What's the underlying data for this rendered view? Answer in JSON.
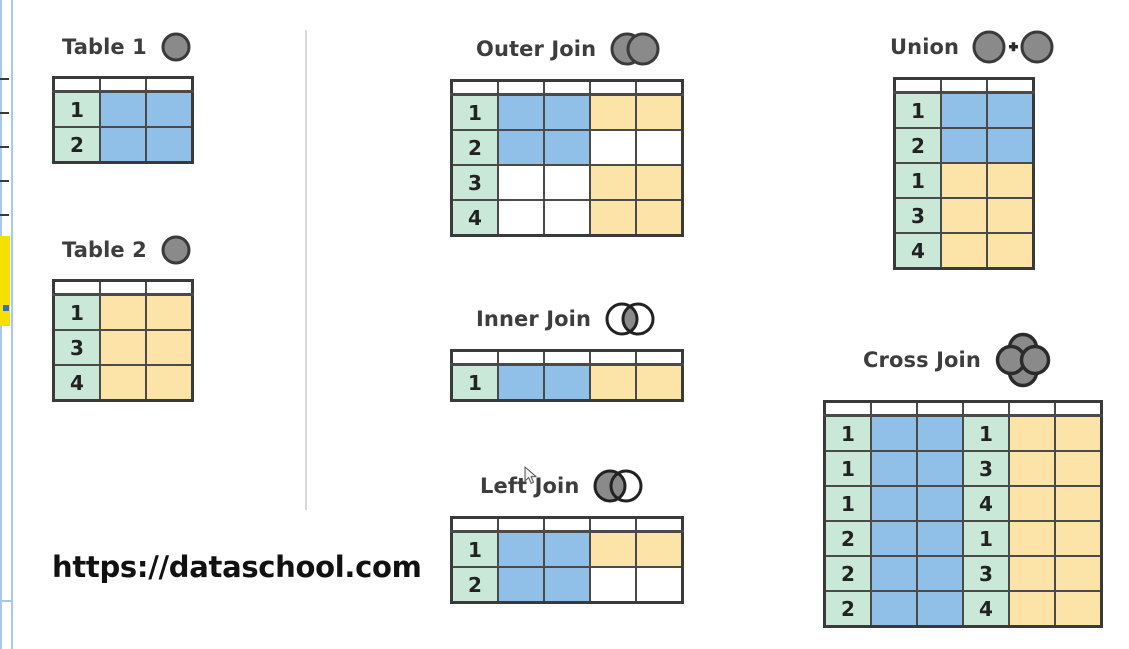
{
  "page": {
    "site_url": "https://dataschool.com",
    "palette": {
      "key_green": "#c9e8d8",
      "left_blue": "#90bfe8",
      "right_yellow": "#fce4a8",
      "empty_white": "#ffffff",
      "border_dark": "#3a3a3a",
      "icon_gray": "#8a8a8a",
      "icon_outline": "#3a3a3a",
      "divider_gray": "#d8d8d8",
      "edge_yellow": "#f5e000",
      "edge_blue": "#a8c8ee"
    }
  },
  "sources": {
    "table1": {
      "title": "Table 1",
      "icon": "single-circle-filled-icon",
      "columns": 3,
      "rows": [
        {
          "key": "1",
          "cells": [
            "blue",
            "blue"
          ]
        },
        {
          "key": "2",
          "cells": [
            "blue",
            "blue"
          ]
        }
      ]
    },
    "table2": {
      "title": "Table 2",
      "icon": "single-circle-filled-icon",
      "columns": 3,
      "rows": [
        {
          "key": "1",
          "cells": [
            "yellow",
            "yellow"
          ]
        },
        {
          "key": "3",
          "cells": [
            "yellow",
            "yellow"
          ]
        },
        {
          "key": "4",
          "cells": [
            "yellow",
            "yellow"
          ]
        }
      ]
    }
  },
  "joins": {
    "outer_join": {
      "title": "Outer Join",
      "icon": "venn-both-circles-filled-icon",
      "columns": 5,
      "rows": [
        {
          "key": "1",
          "cells": [
            "blue",
            "blue",
            "yellow",
            "yellow"
          ]
        },
        {
          "key": "2",
          "cells": [
            "blue",
            "blue",
            "empty",
            "empty"
          ]
        },
        {
          "key": "3",
          "cells": [
            "empty",
            "empty",
            "yellow",
            "yellow"
          ]
        },
        {
          "key": "4",
          "cells": [
            "empty",
            "empty",
            "yellow",
            "yellow"
          ]
        }
      ]
    },
    "inner_join": {
      "title": "Inner Join",
      "icon": "venn-intersection-filled-icon",
      "columns": 5,
      "rows": [
        {
          "key": "1",
          "cells": [
            "blue",
            "blue",
            "yellow",
            "yellow"
          ]
        }
      ]
    },
    "left_join": {
      "title": "Left Join",
      "icon": "venn-left-circle-filled-icon",
      "columns": 5,
      "rows": [
        {
          "key": "1",
          "cells": [
            "blue",
            "blue",
            "yellow",
            "yellow"
          ]
        },
        {
          "key": "2",
          "cells": [
            "blue",
            "blue",
            "empty",
            "empty"
          ]
        }
      ]
    },
    "union": {
      "title": "Union",
      "icon": "two-circles-plus-icon",
      "columns": 3,
      "rows": [
        {
          "key": "1",
          "cells": [
            "blue",
            "blue"
          ]
        },
        {
          "key": "2",
          "cells": [
            "blue",
            "blue"
          ]
        },
        {
          "key": "1",
          "cells": [
            "yellow",
            "yellow"
          ]
        },
        {
          "key": "3",
          "cells": [
            "yellow",
            "yellow"
          ]
        },
        {
          "key": "4",
          "cells": [
            "yellow",
            "yellow"
          ]
        }
      ]
    },
    "cross_join": {
      "title": "Cross Join",
      "icon": "four-circles-clover-icon",
      "columns": 6,
      "rows": [
        {
          "key": "1",
          "cells": [
            "blue",
            "blue"
          ],
          "key2": "1",
          "cells2": [
            "yellow",
            "yellow"
          ]
        },
        {
          "key": "1",
          "cells": [
            "blue",
            "blue"
          ],
          "key2": "3",
          "cells2": [
            "yellow",
            "yellow"
          ]
        },
        {
          "key": "1",
          "cells": [
            "blue",
            "blue"
          ],
          "key2": "4",
          "cells2": [
            "yellow",
            "yellow"
          ]
        },
        {
          "key": "2",
          "cells": [
            "blue",
            "blue"
          ],
          "key2": "1",
          "cells2": [
            "yellow",
            "yellow"
          ]
        },
        {
          "key": "2",
          "cells": [
            "blue",
            "blue"
          ],
          "key2": "3",
          "cells2": [
            "yellow",
            "yellow"
          ]
        },
        {
          "key": "2",
          "cells": [
            "blue",
            "blue"
          ],
          "key2": "4",
          "cells2": [
            "yellow",
            "yellow"
          ]
        }
      ]
    }
  }
}
